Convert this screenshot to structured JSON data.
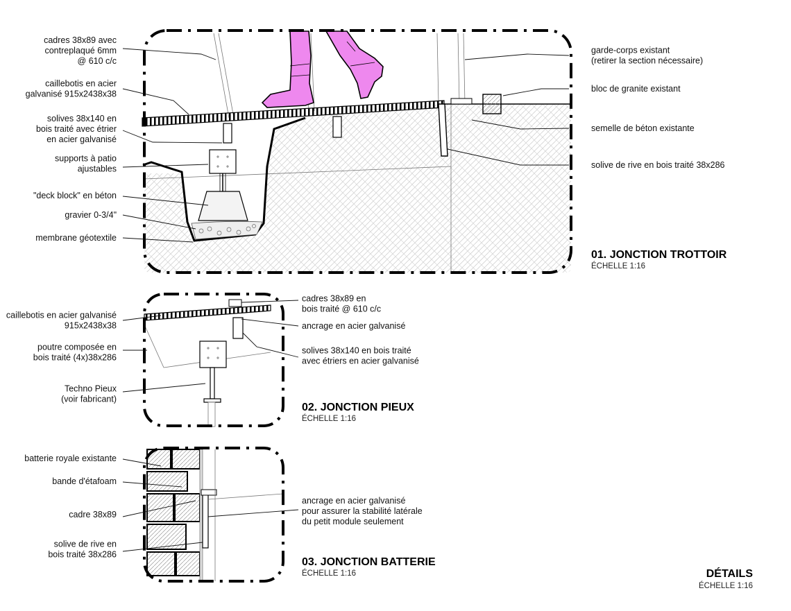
{
  "page": {
    "title": "DÉTAILS",
    "scale": "ÉCHELLE 1:16"
  },
  "detail1": {
    "title": "01. JONCTION TROTTOIR",
    "scale": "ÉCHELLE 1:16",
    "labels_left": [
      [
        "cadres 38x89 avec",
        "contreplaqué 6mm",
        "@ 610 c/c"
      ],
      [
        "caillebotis en acier",
        "galvanisé 915x2438x38"
      ],
      [
        "solives 38x140 en",
        "bois traité avec étrier",
        "en acier galvanisé"
      ],
      [
        "supports à patio",
        "ajustables"
      ],
      [
        "\"deck block\" en béton"
      ],
      [
        "gravier 0-3/4\""
      ],
      [
        "membrane géotextile"
      ]
    ],
    "labels_right": [
      [
        "garde-corps existant",
        "(retirer la section nécessaire)"
      ],
      [
        "bloc de granite existant"
      ],
      [
        "semelle de béton existante"
      ],
      [
        "solive de rive en bois traité 38x286"
      ]
    ]
  },
  "detail2": {
    "title": "02. JONCTION PIEUX",
    "scale": "ÉCHELLE 1:16",
    "labels_left": [
      [
        "caillebotis en acier galvanisé",
        "915x2438x38"
      ],
      [
        "poutre composée en",
        "bois traité (4x)38x286"
      ],
      [
        "Techno Pieux",
        "(voir fabricant)"
      ]
    ],
    "labels_right": [
      [
        "cadres 38x89 en",
        "bois traité @ 610 c/c"
      ],
      [
        "ancrage en acier galvanisé"
      ],
      [
        "solives 38x140 en bois traité",
        "avec étriers en acier galvanisé"
      ]
    ]
  },
  "detail3": {
    "title": "03. JONCTION BATTERIE",
    "scale": "ÉCHELLE 1:16",
    "labels_left": [
      [
        "batterie royale existante"
      ],
      [
        "bande d'étafoam"
      ],
      [
        "cadre 38x89"
      ],
      [
        "solive de rive en",
        "bois traité 38x286"
      ]
    ],
    "labels_right": [
      [
        "ancrage en acier galvanisé",
        "pour assurer la stabilité latérale",
        "du petit module seulement"
      ]
    ]
  },
  "colors": {
    "boot": "#ee88ee",
    "line": "#000000"
  }
}
